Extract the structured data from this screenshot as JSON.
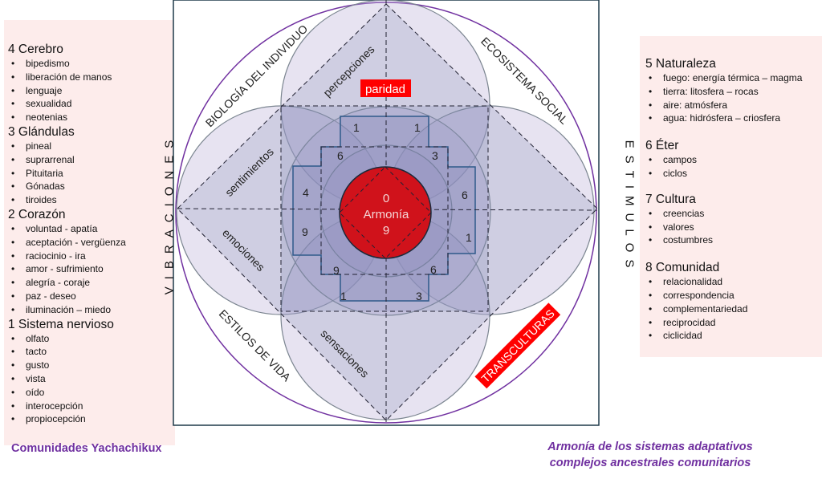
{
  "left_panel": {
    "sections": [
      {
        "title": "4 Cerebro",
        "items": [
          "bipedismo",
          "liberación de manos",
          "lenguaje",
          "sexualidad",
          "neotenias"
        ]
      },
      {
        "title": "3 Glándulas",
        "items": [
          "pineal",
          "suprarrenal",
          "Pituitaria",
          "Gónadas",
          "tiroides"
        ]
      },
      {
        "title": "2 Corazón",
        "items": [
          "voluntad - apatía",
          "aceptación - vergüenza",
          "raciocinio - ira",
          "amor - sufrimiento",
          "alegría - coraje",
          "paz - deseo",
          "iluminación – miedo"
        ]
      },
      {
        "title": "1 Sistema nervioso",
        "items": [
          "olfato",
          "tacto",
          "gusto",
          "vista",
          "oído",
          "interocepción",
          "propiocepción"
        ]
      }
    ]
  },
  "right_panel": {
    "sections": [
      {
        "title": "5 Naturaleza",
        "items": [
          "fuego: energía térmica – magma",
          "tierra: litosfera – rocas",
          "aire: atmósfera",
          "agua: hidrósfera – criosfera"
        ]
      },
      {
        "title": "6 Éter",
        "items": [
          "campos",
          "ciclos"
        ]
      },
      {
        "title": "7 Cultura",
        "items": [
          "creencias",
          "valores",
          "costumbres"
        ]
      },
      {
        "title": "8 Comunidad",
        "items": [
          "relacionalidad",
          "correspondencia",
          "complementariedad",
          "reciprocidad",
          "ciclicidad"
        ]
      }
    ]
  },
  "side_labels": {
    "left": "VIBRACIONES",
    "right": "ESTIMULOS"
  },
  "diagram": {
    "quadrants": {
      "top_left": "BIOLOGÍA DEL INDIVIDUO",
      "top_right": "ECOSISTEMA SOCIAL",
      "bottom_left": "ESTILOS DE VIDA",
      "bottom_right": "TRANSCULTURAS"
    },
    "lobes": {
      "top": "percepciones",
      "left_upper": "sentimientos",
      "left_lower": "emociones",
      "bottom": "sensaciones"
    },
    "highlight": "paridad",
    "center": {
      "top": "0",
      "label": "Armonía",
      "bottom": "9"
    },
    "numbers": [
      "1",
      "1",
      "6",
      "3",
      "4",
      "6",
      "9",
      "1",
      "9",
      "6",
      "1",
      "3"
    ],
    "colors": {
      "center": "#d0121b",
      "accent": "#7030a0",
      "badge": "#ff0000"
    }
  },
  "captions": {
    "left": "Comunidades Yachachikux",
    "right_line1": "Armonía de los sistemas adaptativos",
    "right_line2": "complejos ancestrales comunitarios"
  }
}
